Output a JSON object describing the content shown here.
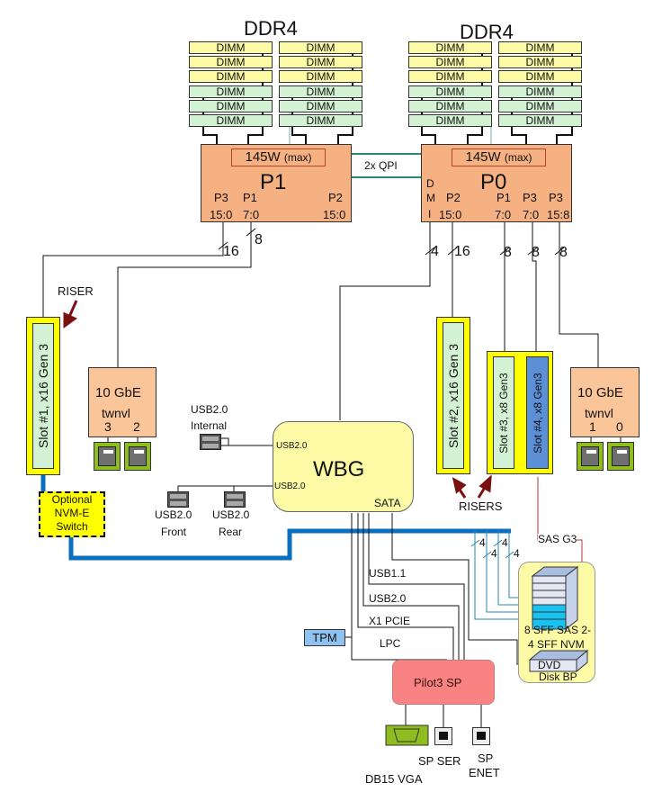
{
  "memory": {
    "left_label": "DDR4",
    "right_label": "DDR4",
    "dimm_label": "DIMM",
    "colors": {
      "upper_dimm": "#fdfaa6",
      "lower_dimm": "#d3f2d3"
    }
  },
  "cpus": {
    "p1": {
      "name": "P1",
      "power": "145W",
      "power_note": "(max)",
      "ports": [
        {
          "port": "P3",
          "lanes": "15:0"
        },
        {
          "port": "P1",
          "lanes": "7:0"
        },
        {
          "port": "P2",
          "lanes": "15:0"
        }
      ]
    },
    "p0": {
      "name": "P0",
      "power": "145W",
      "power_note": "(max)",
      "dmi": [
        "D",
        "M",
        "I"
      ],
      "ports": [
        {
          "port": "P2",
          "lanes": "15:0"
        },
        {
          "port": "P1",
          "lanes": "7:0"
        },
        {
          "port": "P3",
          "lanes": "7:0"
        },
        {
          "port": "P3",
          "lanes": "15:8"
        }
      ]
    },
    "interconnect": "2x QPI",
    "color": "#f6b183"
  },
  "bus_widths": {
    "p1_p3": "16",
    "p1_p1": "8",
    "p0_dmi": "4",
    "p0_p2": "16",
    "p0_p1": "8",
    "p0_p3a": "8",
    "p0_p3b": "8",
    "nvme": [
      "4",
      "4",
      "4",
      "4"
    ]
  },
  "risers": {
    "left_label": "RISER",
    "right_label": "RISERS"
  },
  "slots": {
    "slot1": "Slot #1,  x16 Gen 3",
    "slot2": "Slot #2,  x16 Gen 3",
    "slot3": "Slot #3,  x8 Gen3",
    "slot4": "Slot #4,  x8 Gen3"
  },
  "nics": {
    "left": {
      "title": "10 GbE",
      "chip": "twnvl",
      "ports": [
        "3",
        "2"
      ]
    },
    "right": {
      "title": "10 GbE",
      "chip": "twnvl",
      "ports": [
        "1",
        "0"
      ]
    }
  },
  "nvme_switch": {
    "line1": "Optional",
    "line2": "NVM-E",
    "line3": "Switch"
  },
  "pch": {
    "name": "WBG",
    "usb_port_top": "USB2.0",
    "usb_port_bottom": "USB2.0",
    "sata": "SATA",
    "color": "#fdfaa6"
  },
  "usb": {
    "internal": {
      "line1": "USB2.0",
      "line2": "Internal"
    },
    "front": {
      "line1": "USB2.0",
      "line2": "Front"
    },
    "rear": {
      "line1": "USB2.0",
      "line2": "Rear"
    }
  },
  "sp_links": {
    "usb11": "USB1.1",
    "usb20": "USB2.0",
    "pcie": "X1 PCIE",
    "lpc": "LPC"
  },
  "tpm": "TPM",
  "service_processor": {
    "name": "Pilot3 SP",
    "color": "#f98383"
  },
  "sp_ports": {
    "vga": "DB15 VGA",
    "ser": "SP SER",
    "enet_line1": "SP",
    "enet_line2": "ENET"
  },
  "disk_bp": {
    "sas": "SAS G3",
    "line1": "8 SFF SAS 2-",
    "line2": "4 SFF NVM",
    "dvd": "DVD",
    "name": "Disk BP"
  }
}
